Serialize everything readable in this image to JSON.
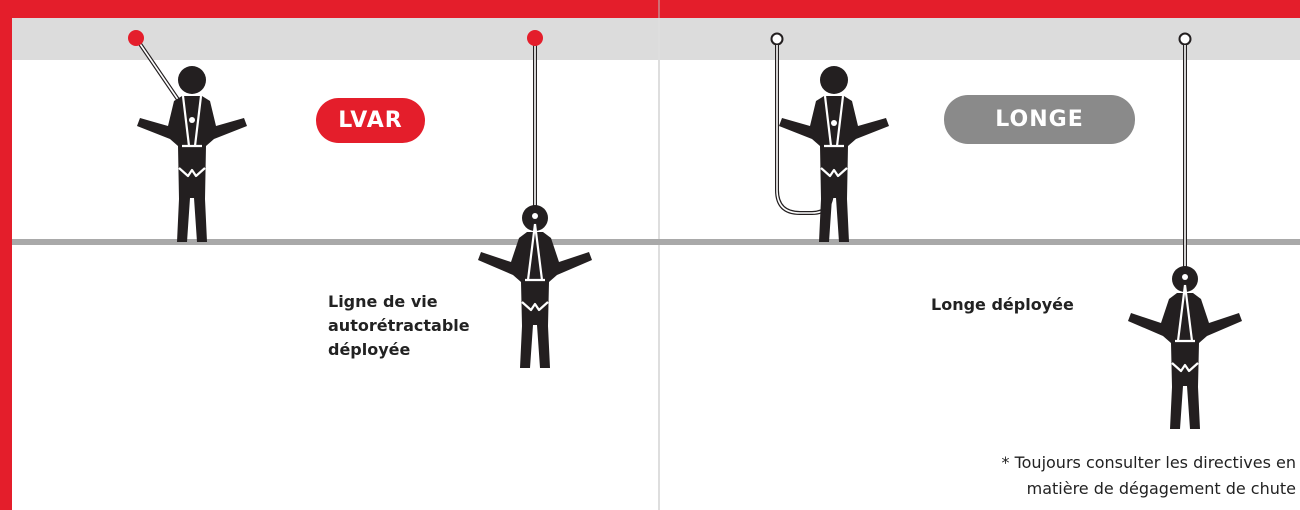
{
  "colors": {
    "accent_red": "#e41e2b",
    "pill_gray": "#8a8a8a",
    "ceiling_gray": "#dcdcdc",
    "floor_gray": "#a9a9a9",
    "figure": "#231f20"
  },
  "panels": {
    "left": {
      "badge": "LVAR",
      "caption_lines": [
        "Ligne de vie",
        "autorétractable",
        "déployée"
      ],
      "anchor_icon": "red-ball-anchor"
    },
    "right": {
      "badge": "LONGE",
      "caption": "Longe déployée",
      "anchor_icon": "ring-anchor"
    }
  },
  "footnote_lines": [
    "* Toujours consulter les directives en",
    "matière de dégagement de chute"
  ]
}
